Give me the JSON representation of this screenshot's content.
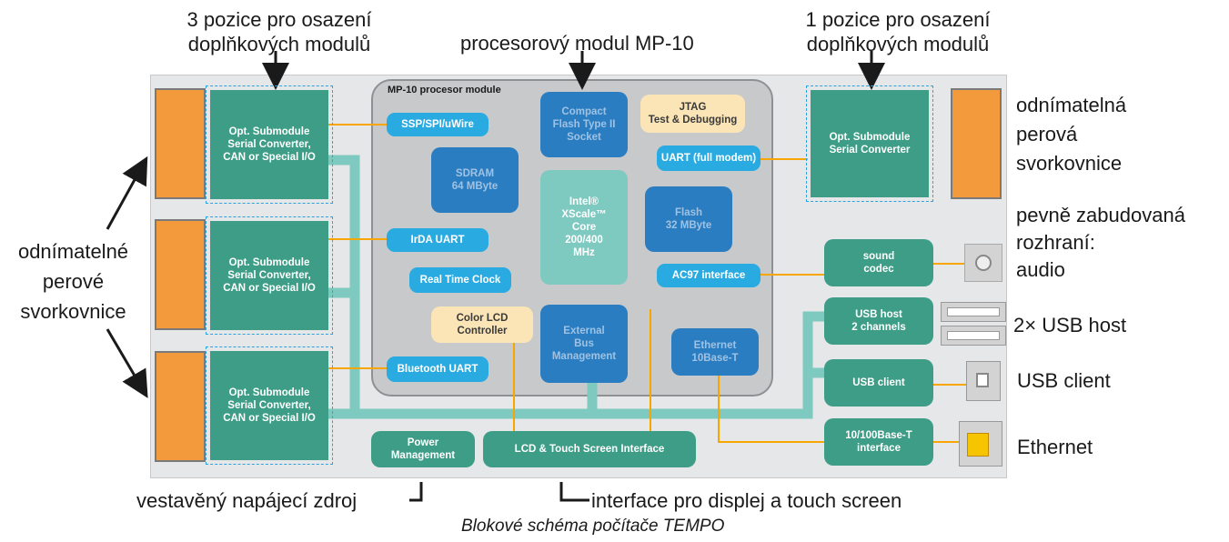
{
  "labels": {
    "top_left": "3 pozice pro osazení\ndoplňkových modulů",
    "top_center": "procesorový modul MP-10",
    "top_right": "1 pozice pro osazení\ndoplňkových modulů",
    "right_terminal": "odnímatelná\nperová\nsvorkovnice",
    "right_builtin": "pevně zabudovaná\nrozhraní:\naudio",
    "left_terminals": "odnímatelné\nperové\nsvorkovnice",
    "usb_host": "2× USB host",
    "usb_client": "USB client",
    "ethernet": "Ethernet",
    "bottom_power": "vestavěný napájecí zdroj",
    "bottom_display": "interface pro displej a touch screen",
    "caption": "Blokové schéma počítače TEMPO"
  },
  "mp10": {
    "title": "MP-10 procesor module"
  },
  "blocks": {
    "submodule_1": "Opt. Submodule\nSerial Converter,\nCAN or Special I/O",
    "submodule_2": "Opt. Submodule\nSerial Converter,\nCAN or Special I/O",
    "submodule_3": "Opt. Submodule\nSerial Converter,\nCAN or Special I/O",
    "submodule_right": "Opt. Submodule\nSerial Converter",
    "ssp": "SSP/SPI/uWire",
    "irda": "IrDA UART",
    "rtc": "Real Time Clock",
    "bluetooth": "Bluetooth UART",
    "sdram": "SDRAM\n64 MByte",
    "compact_flash": "Compact\nFlash Type II\nSocket",
    "cpu_name": "Intel®\nXScale™\nCore\n200/400\nMHz",
    "jtag": "JTAG\nTest & Debugging",
    "uart_full": "UART (full modem)",
    "flash": "Flash\n32 MByte",
    "ac97": "AC97 interface",
    "color_lcd": "Color LCD\nController",
    "ext_bus": "External\nBus\nManagement",
    "ethernet_phy": "Ethernet\n10Base-T",
    "sound": "sound\ncodec",
    "usb_host": "USB host\n2 channels",
    "usb_client": "USB client",
    "eth_iface": "10/100Base-T\ninterface",
    "power": "Power\nManagement",
    "lcd_touch": "LCD & Touch Screen Interface"
  },
  "colors": {
    "green": "#3d9d86",
    "light_blue": "#29abe2",
    "dark_blue": "#2a7dc0",
    "teal": "#7fcac0",
    "cream": "#fbe5b6",
    "orange": "#f7a600",
    "bus": "#7fcac0",
    "connector_orange": "#f39a3c"
  }
}
